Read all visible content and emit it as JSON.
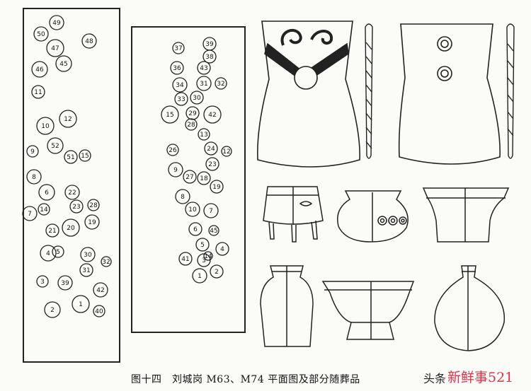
{
  "caption": "图十四　刘城岗 M63、M74 平面图及部分随葬品",
  "watermark": {
    "prefix": "头条",
    "brand": "新鲜事521",
    "brand_color": "#e0314b"
  },
  "plan_m63": {
    "labels": [
      {
        "t": "49"
      },
      {
        "t": "50"
      },
      {
        "t": "47"
      },
      {
        "t": "48"
      },
      {
        "t": "46"
      },
      {
        "t": "45"
      },
      {
        "t": "11"
      },
      {
        "t": "10"
      },
      {
        "t": "12"
      },
      {
        "t": "52"
      },
      {
        "t": "51"
      },
      {
        "t": "15"
      },
      {
        "t": "9"
      },
      {
        "t": "8"
      },
      {
        "t": "6"
      },
      {
        "t": "7"
      },
      {
        "t": "14"
      },
      {
        "t": "22"
      },
      {
        "t": "23"
      },
      {
        "t": "20"
      },
      {
        "t": "19"
      },
      {
        "t": "21"
      },
      {
        "t": "4"
      },
      {
        "t": "30"
      },
      {
        "t": "31"
      },
      {
        "t": "39"
      },
      {
        "t": "42"
      },
      {
        "t": "1"
      },
      {
        "t": "2"
      },
      {
        "t": "3"
      },
      {
        "t": "5"
      },
      {
        "t": "28"
      },
      {
        "t": "32"
      },
      {
        "t": "40"
      }
    ]
  },
  "plan_m74": {
    "labels": [
      {
        "t": "37"
      },
      {
        "t": "39"
      },
      {
        "t": "38"
      },
      {
        "t": "36"
      },
      {
        "t": "43"
      },
      {
        "t": "34"
      },
      {
        "t": "31"
      },
      {
        "t": "32"
      },
      {
        "t": "33"
      },
      {
        "t": "30"
      },
      {
        "t": "42"
      },
      {
        "t": "15"
      },
      {
        "t": "29"
      },
      {
        "t": "28"
      },
      {
        "t": "13"
      },
      {
        "t": "24"
      },
      {
        "t": "26"
      },
      {
        "t": "12"
      },
      {
        "t": "23"
      },
      {
        "t": "9"
      },
      {
        "t": "27"
      },
      {
        "t": "18"
      },
      {
        "t": "19"
      },
      {
        "t": "8"
      },
      {
        "t": "10"
      },
      {
        "t": "7"
      },
      {
        "t": "6"
      },
      {
        "t": "5"
      },
      {
        "t": "4"
      },
      {
        "t": "41"
      },
      {
        "t": "3"
      },
      {
        "t": "2"
      },
      {
        "t": "1"
      },
      {
        "t": "45"
      },
      {
        "t": "14"
      }
    ]
  },
  "icons": {
    "axe_decorated": "bronze-axe-cloud-pattern-icon",
    "axe_plain": "bronze-axe-two-holes-icon",
    "vessels": [
      "tripod-vessel-icon",
      "round-pot-icon",
      "footed-basin-icon",
      "jar-icon",
      "ring-foot-bowl-icon",
      "flask-vessel-icon"
    ]
  }
}
